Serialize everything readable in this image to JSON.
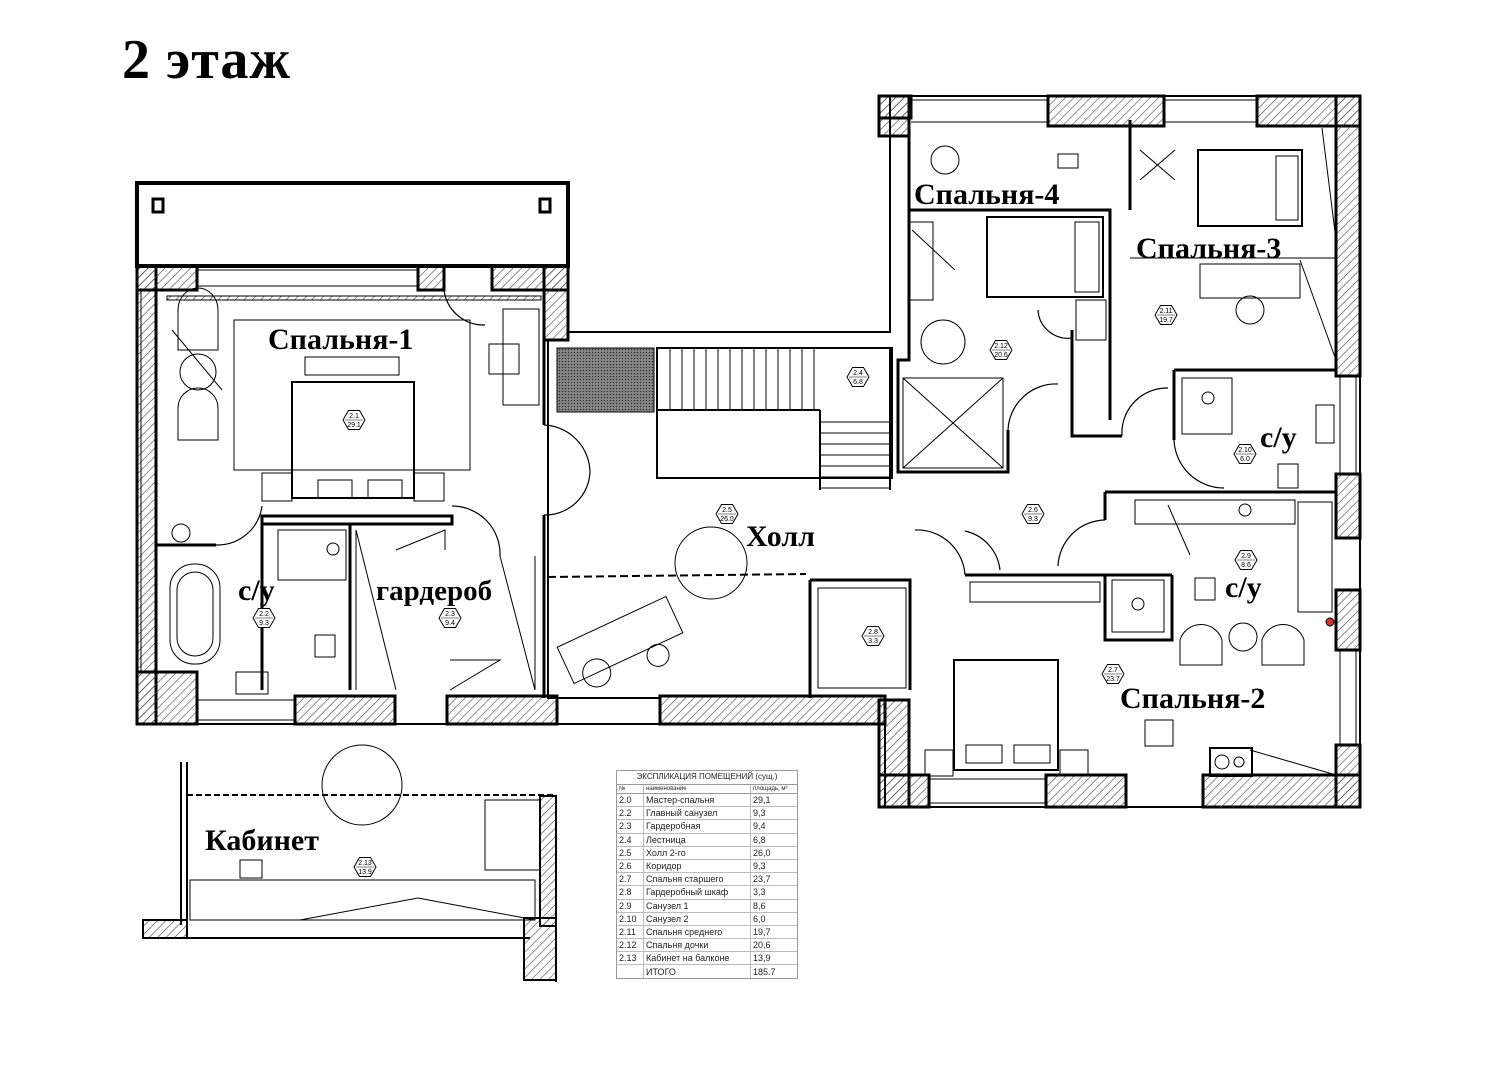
{
  "title": "2 этаж",
  "rooms": {
    "bedroom1": "Спальня-1",
    "bath1": "с/у",
    "wardrobe": "гардероб",
    "hall": "Холл",
    "bedroom4": "Спальня-4",
    "bedroom3": "Спальня-3",
    "bath_a": "с/у",
    "bath_b": "с/у",
    "bedroom2": "Спальня-2",
    "office": "Кабинет"
  },
  "tags": [
    {
      "id": "2.1",
      "area": "29.1"
    },
    {
      "id": "2.2",
      "area": "9.3"
    },
    {
      "id": "2.3",
      "area": "9.4"
    },
    {
      "id": "2.4",
      "area": "6.8"
    },
    {
      "id": "2.5",
      "area": "26.0"
    },
    {
      "id": "2.6",
      "area": "9.3"
    },
    {
      "id": "2.7",
      "area": "23.7"
    },
    {
      "id": "2.8",
      "area": "3.3"
    },
    {
      "id": "2.9",
      "area": "8.6"
    },
    {
      "id": "2.10",
      "area": "6.0"
    },
    {
      "id": "2.11",
      "area": "19.7"
    },
    {
      "id": "2.12",
      "area": "20.6"
    },
    {
      "id": "2.13",
      "area": "13.9"
    }
  ],
  "explication": {
    "caption": "ЭКСПЛИКАЦИЯ ПОМЕЩЕНИЙ (сущ.)",
    "headers": [
      "№",
      "наименование",
      "площадь, м²"
    ],
    "rows": [
      [
        "2.0",
        "Мастер-спальня",
        "29,1"
      ],
      [
        "2.2",
        "Главный санузел",
        "9,3"
      ],
      [
        "2.3",
        "Гардеробная",
        "9,4"
      ],
      [
        "2.4",
        "Лестница",
        "6,8"
      ],
      [
        "2.5",
        "Холл 2-го",
        "26,0"
      ],
      [
        "2.6",
        "Коридор",
        "9,3"
      ],
      [
        "2.7",
        "Спальня старшего",
        "23,7"
      ],
      [
        "2.8",
        "Гардеробный шкаф",
        "3,3"
      ],
      [
        "2.9",
        "Санузел 1",
        "8,6"
      ],
      [
        "2.10",
        "Санузел 2",
        "6,0"
      ],
      [
        "2.11",
        "Спальня среднего",
        "19,7"
      ],
      [
        "2.12",
        "Спальня дочки",
        "20,6"
      ],
      [
        "2.13",
        "Кабинет на балконе",
        "13,9"
      ],
      [
        "",
        "ИТОГО",
        "185.7"
      ]
    ]
  }
}
